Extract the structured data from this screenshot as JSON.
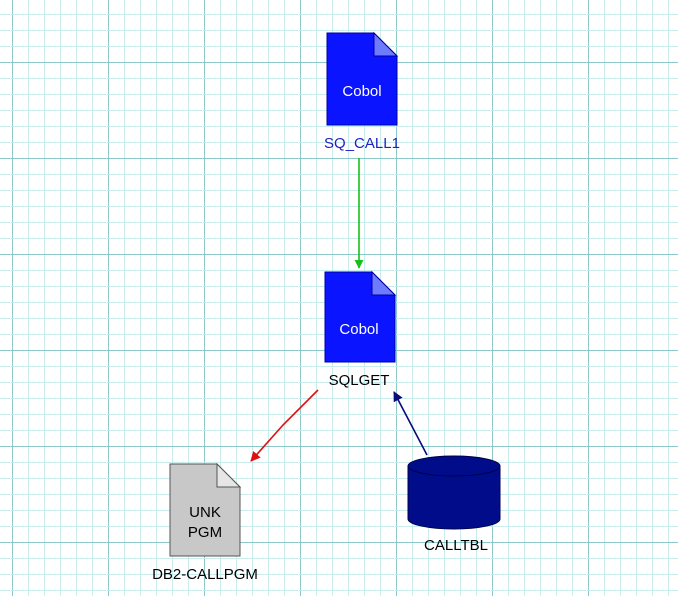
{
  "colors": {
    "grid_minor": "#c9ecec",
    "grid_major": "#8cc8c8",
    "program_fill": "#0a14ff",
    "program_fold": "#6f7bff",
    "unknown_fill": "#c8c8c8",
    "unknown_stroke": "#555555",
    "table_fill": "#000c8a",
    "edge_green": "#18c018",
    "edge_red": "#e01010",
    "edge_navy": "#0a0a7a",
    "label_blue": "#2020c8",
    "label_black": "#000000"
  },
  "nodes": {
    "sq_call1": {
      "type": "Cobol",
      "glyph": "Cobol",
      "label": "SQ_CALL1"
    },
    "sqlget": {
      "type": "Cobol",
      "glyph": "Cobol",
      "label": "SQLGET"
    },
    "db2_callpgm": {
      "type": "Unknown program",
      "glyph_line1": "UNK",
      "glyph_line2": "PGM",
      "label": "DB2-CALLPGM"
    },
    "calltbl": {
      "type": "Table",
      "label": "CALLTBL"
    }
  },
  "edges": [
    {
      "from": "SQ_CALL1",
      "to": "SQLGET",
      "color": "green"
    },
    {
      "from": "SQLGET",
      "to": "DB2-CALLPGM",
      "color": "red"
    },
    {
      "from": "CALLTBL",
      "to": "SQLGET",
      "color": "navy"
    }
  ]
}
